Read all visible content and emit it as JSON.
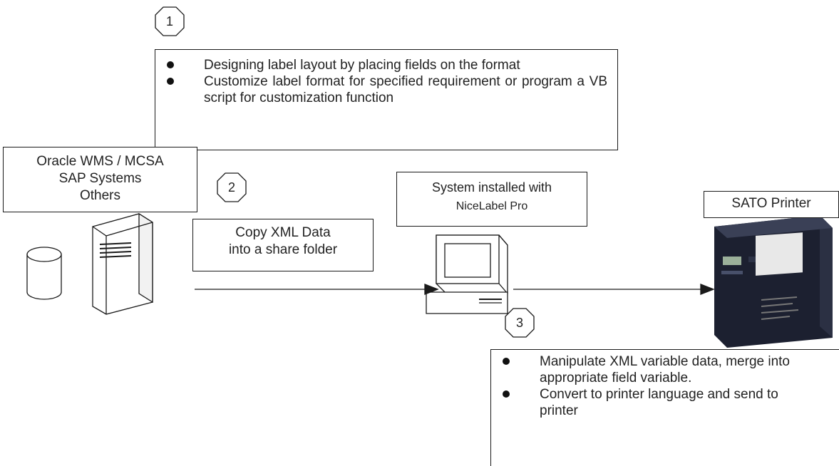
{
  "steps": {
    "step1": "1",
    "step2": "2",
    "step3": "3"
  },
  "design_box": {
    "items": [
      "Designing label layout by placing fields on the format",
      "Customize label format for specified requirement or program a VB script  for customization function"
    ]
  },
  "source_box": {
    "lines": [
      "Oracle WMS / MCSA",
      "SAP Systems",
      "Others"
    ]
  },
  "copy_box": {
    "lines": [
      "Copy XML Data",
      "into a share folder"
    ]
  },
  "system_box": {
    "line1": "System installed with",
    "line2": "NiceLabel Pro"
  },
  "printer_box": {
    "label": "SATO Printer"
  },
  "process_box": {
    "items": [
      "Manipulate XML variable data, merge into appropriate field variable.",
      "Convert to printer language and send to printer"
    ]
  },
  "icons": [
    "database-icon",
    "server-tower-icon",
    "computer-icon",
    "printer-icon"
  ],
  "colors": {
    "line": "#1a1a1a",
    "printer_body": "#1c2030",
    "background": "#ffffff"
  }
}
